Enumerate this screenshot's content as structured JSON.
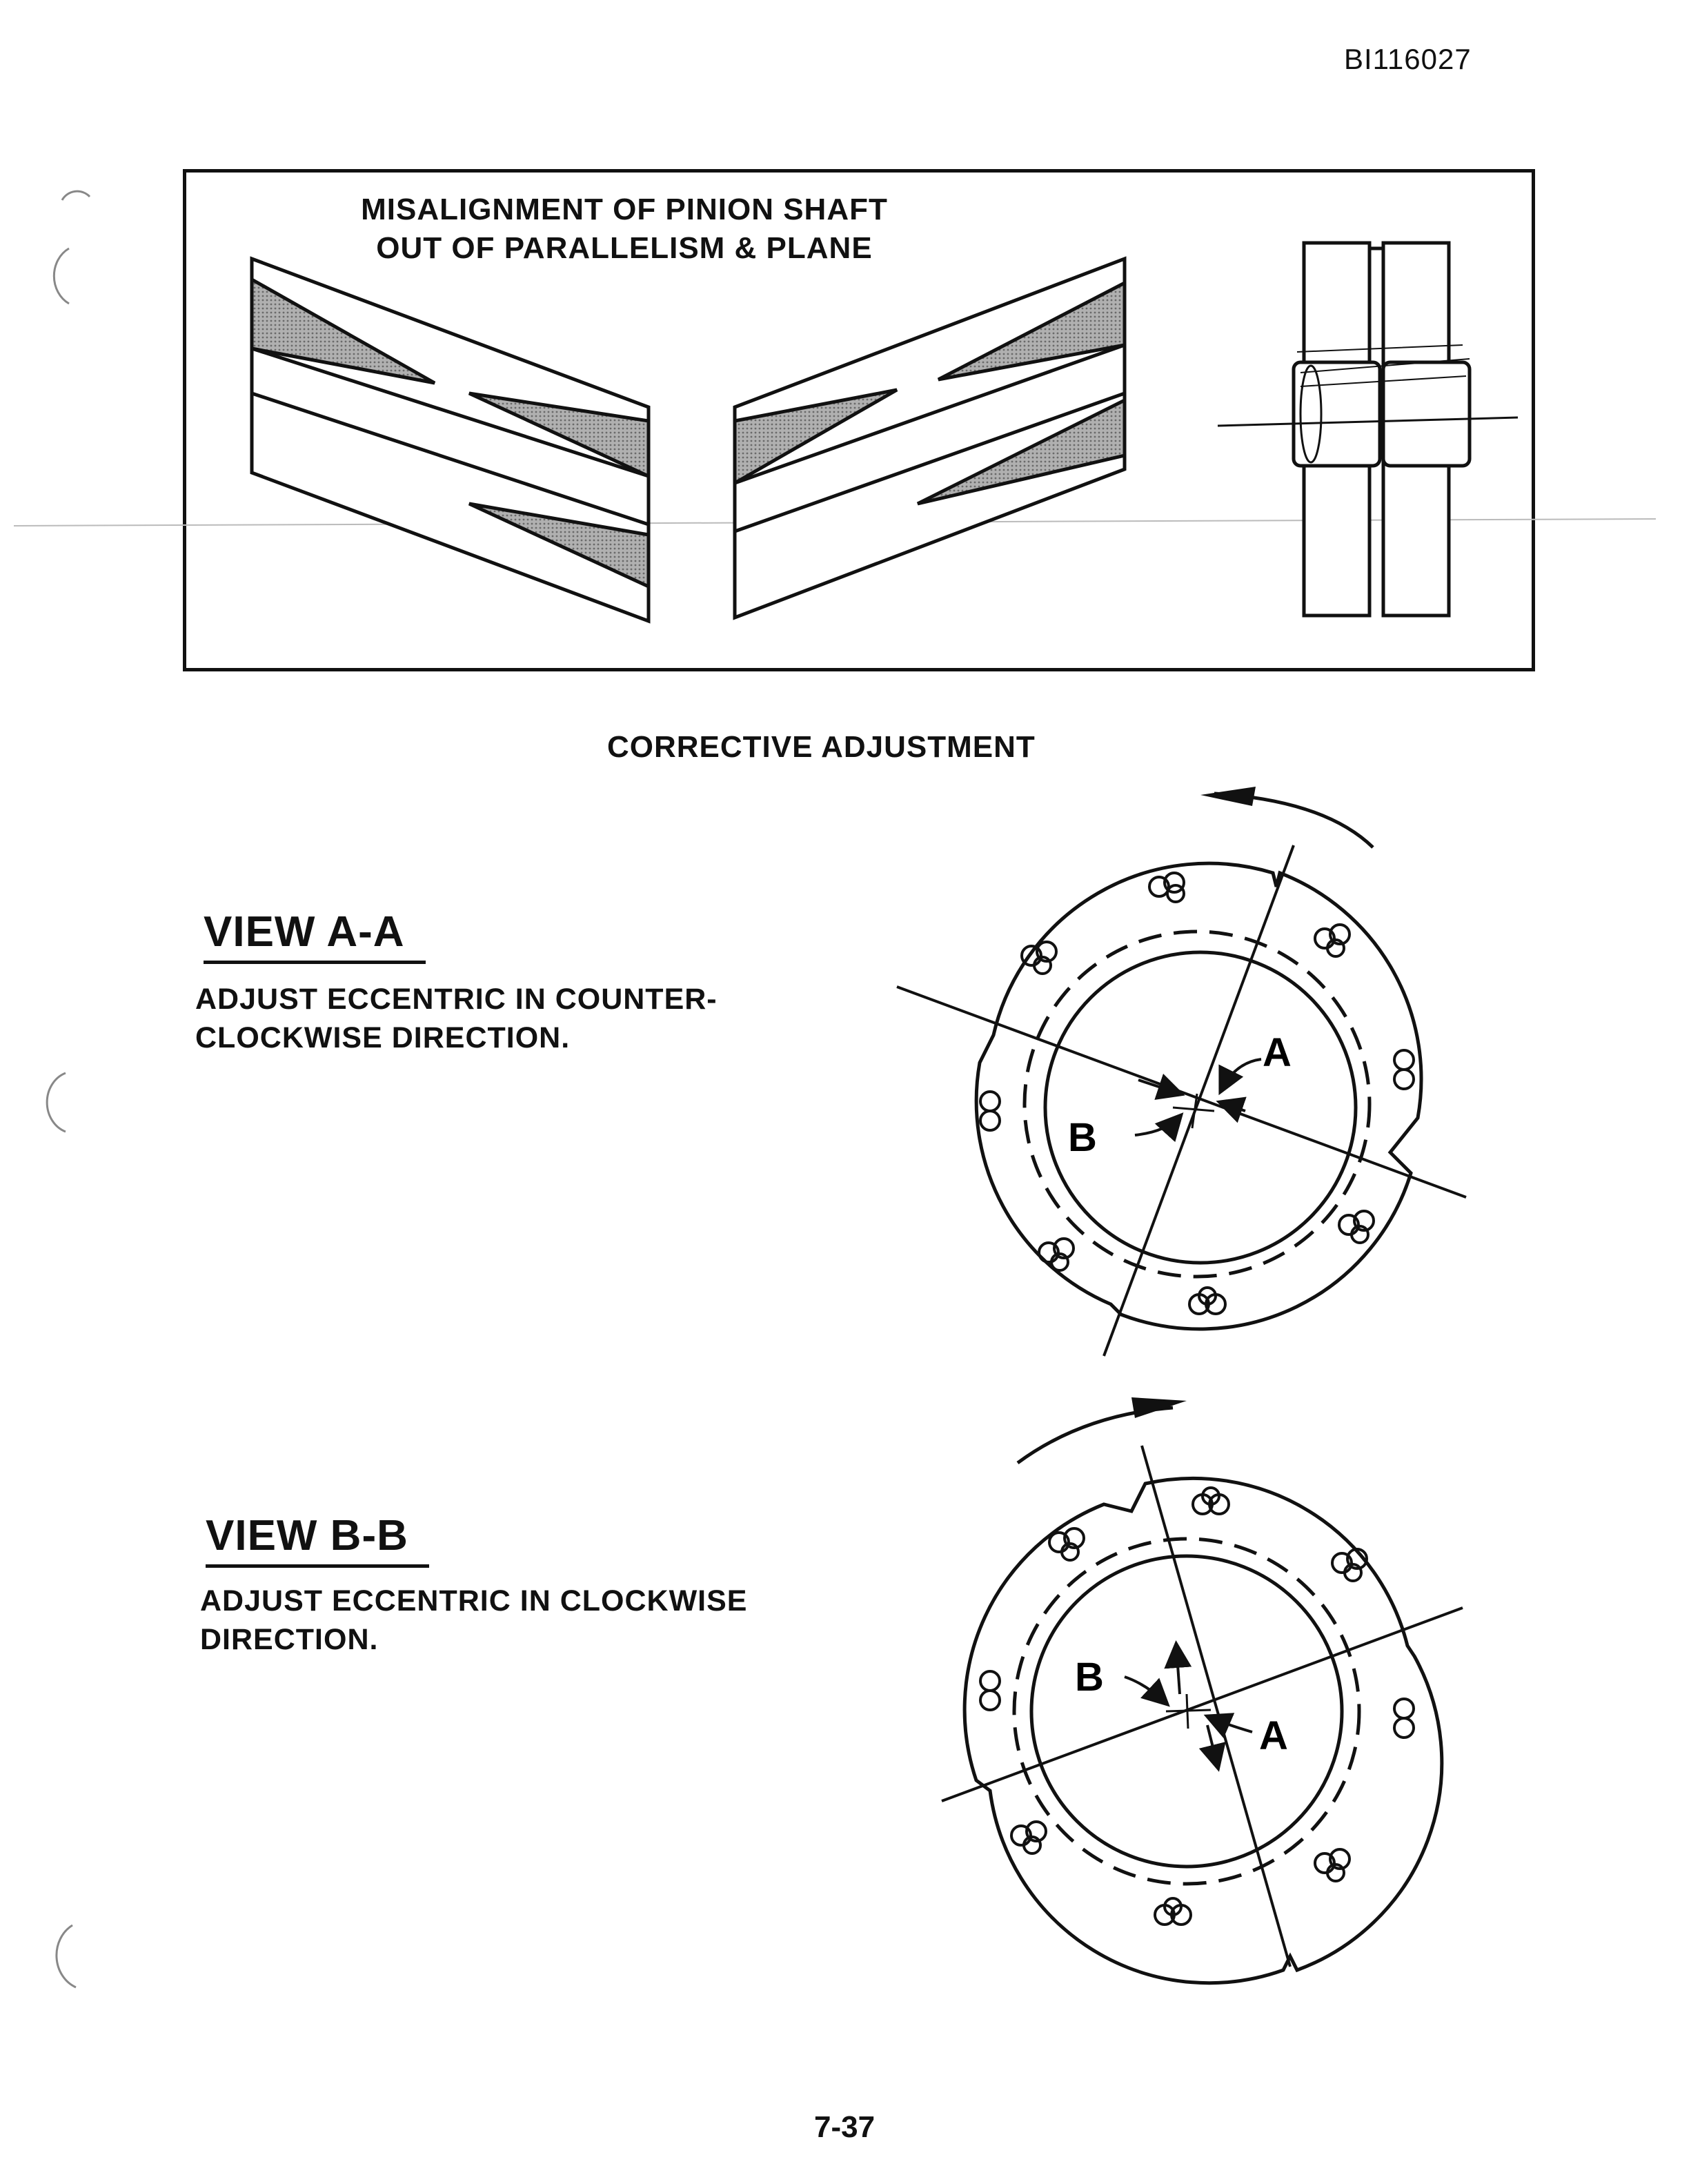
{
  "header": {
    "doc_id": "BI116027"
  },
  "figure": {
    "title_line1": "MISALIGNMENT OF PINION SHAFT",
    "title_line2": "OUT OF PARALLELISM & PLANE"
  },
  "section": {
    "title": "CORRECTIVE ADJUSTMENT"
  },
  "view_a": {
    "heading": "VIEW A-A",
    "instruction_line1": "ADJUST ECCENTRIC IN COUNTER-",
    "instruction_line2": "CLOCKWISE DIRECTION.",
    "label_a": "A",
    "label_b": "B"
  },
  "view_b": {
    "heading": "VIEW B-B",
    "instruction_line1": "ADJUST ECCENTRIC IN CLOCKWISE",
    "instruction_line2": "DIRECTION.",
    "label_a": "A",
    "label_b": "B"
  },
  "footer": {
    "page_number": "7-37"
  },
  "colors": {
    "ink": "#111111",
    "shading": "#9a9a9a"
  },
  "icons": [
    "counterclockwise-arrow-icon",
    "clockwise-arrow-icon"
  ]
}
